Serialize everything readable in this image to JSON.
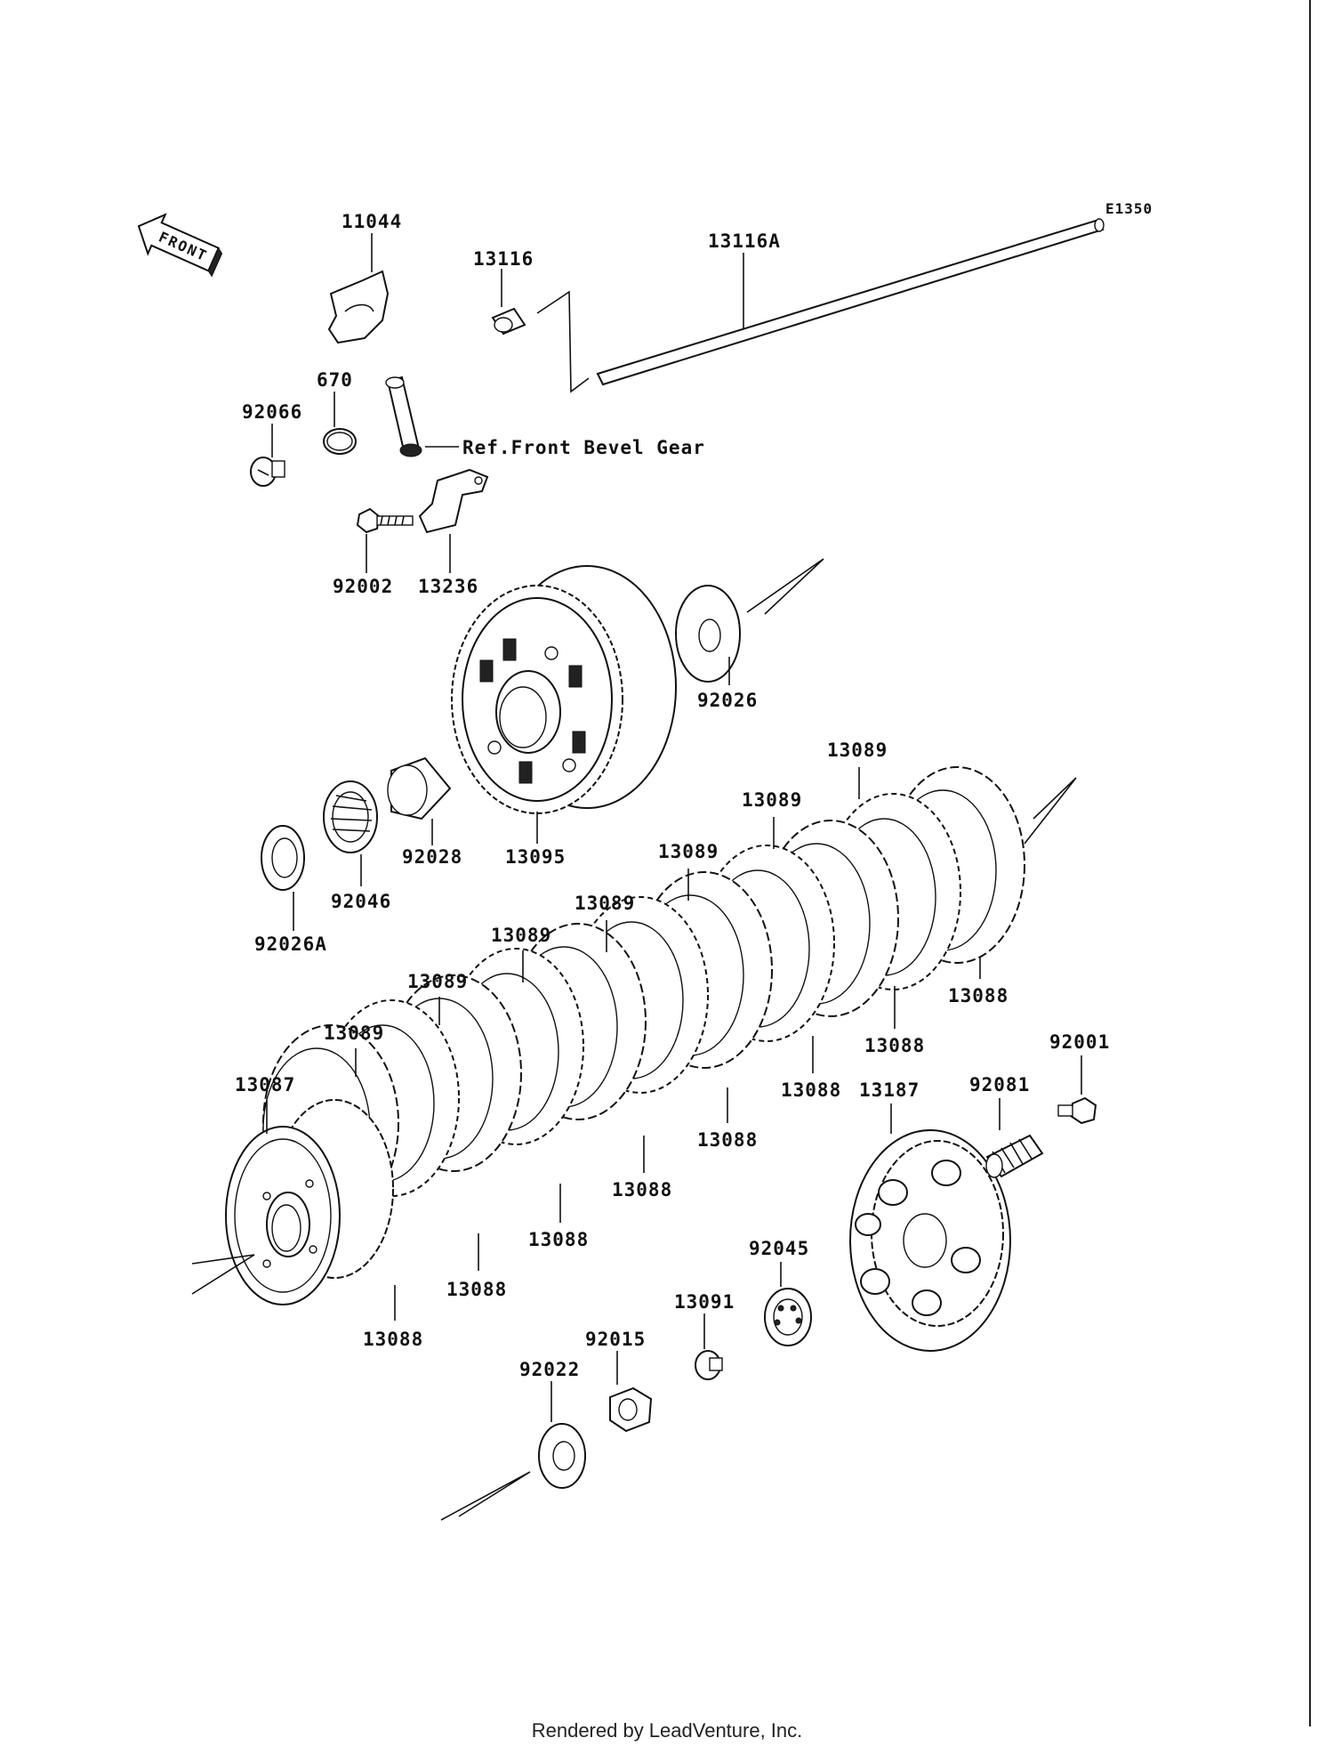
{
  "diagram": {
    "code": "E1350",
    "front_arrow_text": "FRONT",
    "reference_note": "Ref.Front Bevel Gear",
    "credit": "Rendered by LeadVenture, Inc."
  },
  "parts": {
    "p11044": "11044",
    "p13116": "13116",
    "p13116A": "13116A",
    "p670": "670",
    "p92066": "92066",
    "p92002": "92002",
    "p13236": "13236",
    "p92026": "92026",
    "p13095": "13095",
    "p92028": "92028",
    "p92046": "92046",
    "p92026A": "92026A",
    "p13089": "13089",
    "p13088": "13088",
    "p13087": "13087",
    "p92001": "92001",
    "p92081": "92081",
    "p13187": "13187",
    "p92045": "92045",
    "p13091": "13091",
    "p92015": "92015",
    "p92022": "92022"
  }
}
